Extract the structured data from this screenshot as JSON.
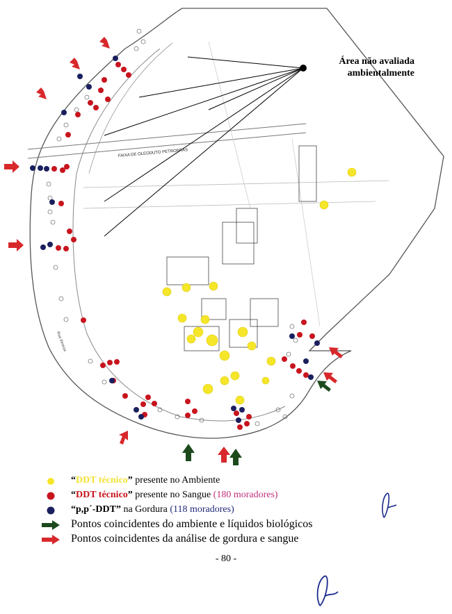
{
  "callout": {
    "line1": "Área não avaliada",
    "line2": "ambientalmente"
  },
  "map_labels": {
    "pipeline": "FAIXA DE OLEODUTO PETROBRÁS",
    "road": "Rua Veneza"
  },
  "legend": {
    "yellow": {
      "term": "DDT técnico",
      "rest": "presente no Ambiente"
    },
    "red": {
      "term": "DDT técnico",
      "rest": "presente no Sangue",
      "extra": "(180 moradores)"
    },
    "navy": {
      "term": "p,p´-DDT",
      "rest": "na Gordura",
      "extra": "(118 moradores)"
    },
    "green_arrow": "Pontos coincidentes do ambiente e líquidos biológicos",
    "red_arrow": "Pontos coincidentes da análise de gordura e sangue"
  },
  "page_number": "- 80 -",
  "colors": {
    "yellow_dot": "#f5e62a",
    "red_dot": "#c8141e",
    "navy_dot": "#1a1f5e",
    "green_arrow": "#1d4a1d",
    "red_arrow": "#d8282c",
    "red_text": "#c8141e",
    "pink_text": "#c0307a",
    "navy_text": "#1f2a7a",
    "yellow_text": "#f2e236"
  }
}
